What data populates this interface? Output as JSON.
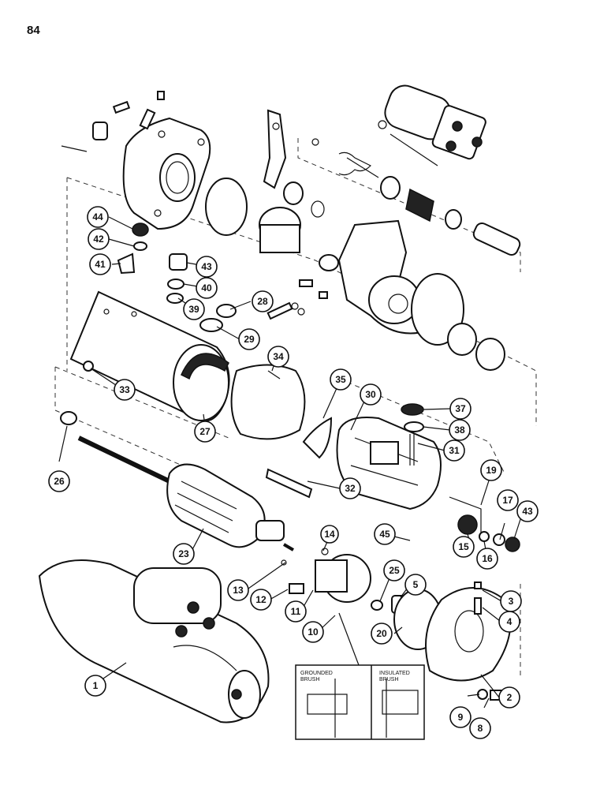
{
  "page_number": "84",
  "callouts": [
    "1",
    "2",
    "3",
    "4",
    "5",
    "8",
    "9",
    "10",
    "11",
    "12",
    "13",
    "14",
    "15",
    "16",
    "17",
    "19",
    "20",
    "23",
    "25",
    "26",
    "27",
    "28",
    "29",
    "30",
    "31",
    "32",
    "33",
    "34",
    "35",
    "37",
    "38",
    "39",
    "40",
    "41",
    "42",
    "43",
    "43",
    "44",
    "45"
  ],
  "inset": {
    "left_title_line1": "GROUNDED",
    "left_title_line2": "BRUSH",
    "right_title_line1": "INSULATED",
    "right_title_line2": "BRUSH"
  }
}
